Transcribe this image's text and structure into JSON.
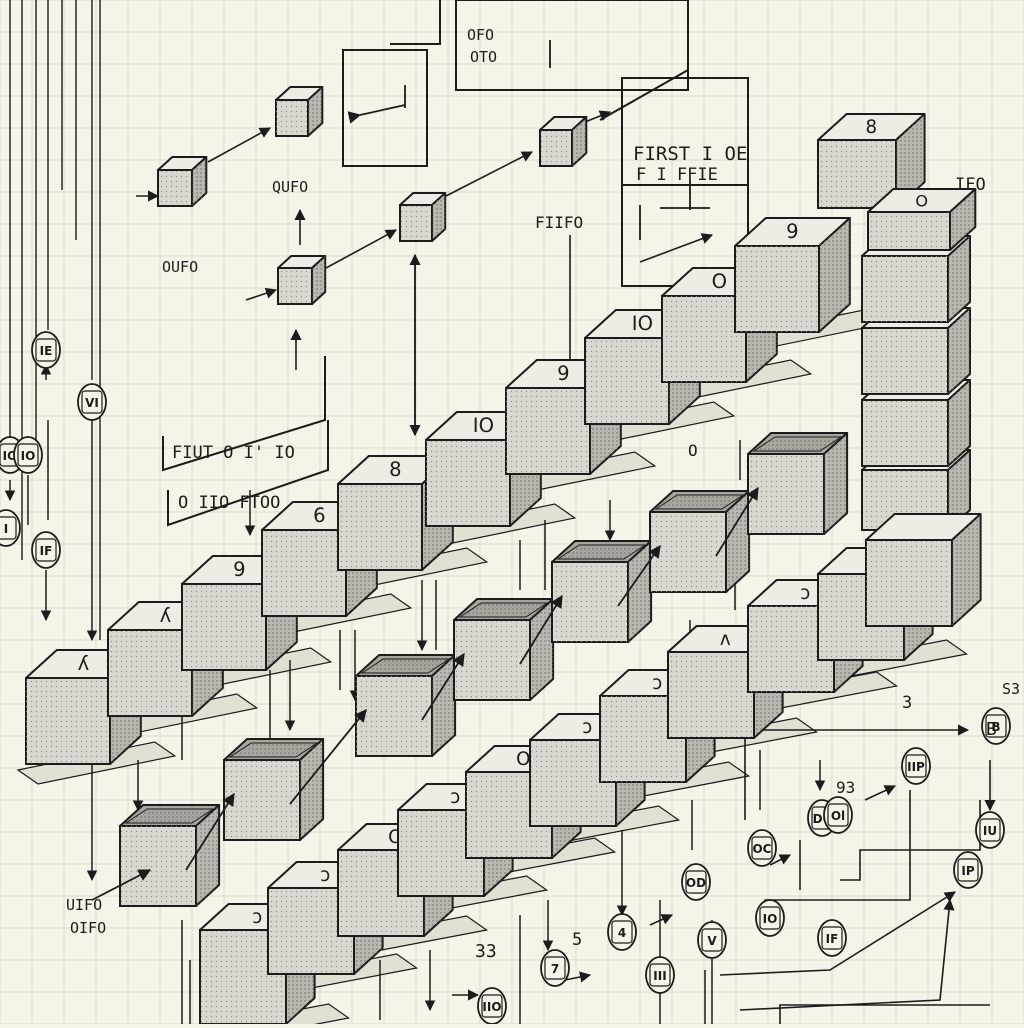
{
  "palette": {
    "paper": "#f6f3e8",
    "grid": "#dcd9cc",
    "ink": "#1c1c1c",
    "cube_top": "#eeece4",
    "cube_front": "#d9d7cf",
    "cube_side": "#b9b7af",
    "shadow": "#e2dfd3"
  },
  "labels": {
    "ofo_top": "OFO",
    "oto_top": "OTO",
    "ofo_left": "OUFO",
    "qufo": "QUFO",
    "fifo_mid": "FIIFO",
    "ifo_right": "IFO",
    "first_box_line1": "FIRST I OE",
    "first_box_line2": "F   I FFIE",
    "fiut_box": "FIUT  O I'  IO",
    "fifo_box": "O   IIO  FTOO",
    "ufo_bottom_1": "UIFO",
    "ufo_bottom_2": "OIFO",
    "num_3": "3",
    "num_33": "33",
    "num_93": "93",
    "num_5": "5",
    "o_mark": "O",
    "b_mark": "B",
    "s3_mark": "S3"
  },
  "top_row_cubes": [
    {
      "label": "8"
    },
    {
      "label": "O"
    }
  ],
  "back_row_cubes": [
    {
      "label": "ʎ"
    },
    {
      "label": "ʎ"
    },
    {
      "label": "9"
    },
    {
      "label": "6"
    },
    {
      "label": "8"
    },
    {
      "label": "IO"
    },
    {
      "label": "9"
    },
    {
      "label": "IO"
    },
    {
      "label": "O"
    },
    {
      "label": "9"
    }
  ],
  "tower_cubes": [
    {
      "label": ""
    },
    {
      "label": ""
    },
    {
      "label": ""
    },
    {
      "label": ""
    }
  ],
  "open_row_cubes": [
    {
      "label": ""
    },
    {
      "label": ""
    },
    {
      "label": ""
    },
    {
      "label": ""
    },
    {
      "label": ""
    },
    {
      "label": ""
    },
    {
      "label": ""
    },
    {
      "label": ""
    }
  ],
  "front_row_cubes": [
    {
      "label": "ɔ"
    },
    {
      "label": "ɔ"
    },
    {
      "label": "O"
    },
    {
      "label": "ɔ"
    },
    {
      "label": "O"
    },
    {
      "label": "ɔ"
    },
    {
      "label": "ɔ"
    },
    {
      "label": "ʌ"
    },
    {
      "label": "ɔ"
    },
    {
      "label": "O"
    },
    {
      "label": ""
    }
  ],
  "small_cubes": [
    {
      "label": ""
    },
    {
      "label": ""
    },
    {
      "label": ""
    },
    {
      "label": ""
    },
    {
      "label": ""
    },
    {
      "label": ""
    }
  ],
  "left_tags": [
    {
      "label": "IE"
    },
    {
      "label": "VI"
    },
    {
      "label": "IO"
    },
    {
      "label": "IO"
    },
    {
      "label": "IF"
    },
    {
      "label": "I"
    }
  ],
  "bottom_tags": [
    {
      "label": "IIO"
    },
    {
      "label": "OD"
    },
    {
      "label": "OC"
    },
    {
      "label": "DC"
    },
    {
      "label": "V"
    },
    {
      "label": "IO"
    },
    {
      "label": "IF"
    },
    {
      "label": "IIP"
    },
    {
      "label": "Ol"
    },
    {
      "label": "4"
    },
    {
      "label": "7"
    },
    {
      "label": "III"
    },
    {
      "label": "IP"
    },
    {
      "label": "B"
    },
    {
      "label": "IU"
    }
  ]
}
